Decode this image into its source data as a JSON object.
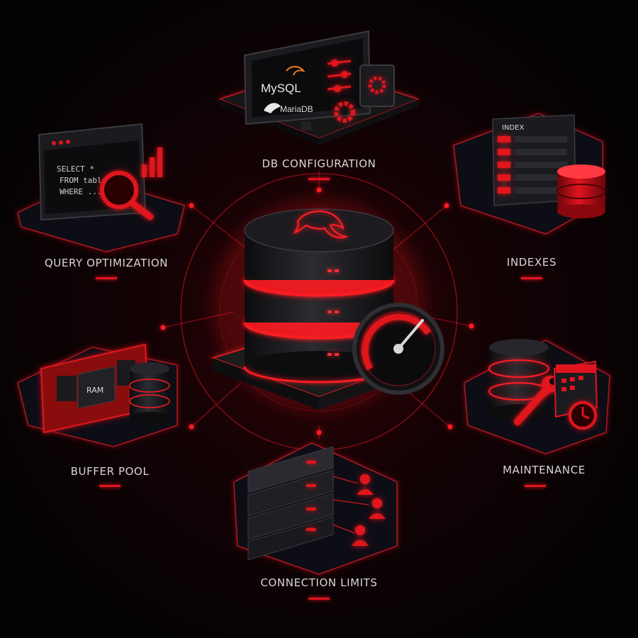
{
  "colors": {
    "background": "#050203",
    "accent": "#e0141f",
    "glow": "#ff1a24",
    "panel": "#17171a",
    "label": "#d9d6d6"
  },
  "hub": {
    "icon": "mysql-dolphin-icon",
    "gauge": "speedometer-icon"
  },
  "nodes": {
    "db_config": {
      "label": "DB CONFIGURATION",
      "brand_mysql": "MySQL",
      "brand_mariadb": "MariaDB",
      "icons": [
        "monitor-icon",
        "gear-icon",
        "sliders-icon"
      ]
    },
    "indexes": {
      "label": "INDEXES",
      "panel_text": "INDEX",
      "icons": [
        "index-table-icon",
        "database-stack-icon"
      ]
    },
    "query_opt": {
      "label": "QUERY OPTIMIZATION",
      "code_lines": [
        "SELECT *",
        "FROM table",
        "WHERE ..."
      ],
      "icons": [
        "terminal-icon",
        "magnifier-icon",
        "bar-chart-icon"
      ]
    },
    "buffer_pool": {
      "label": "BUFFER POOL",
      "chip_text": "RAM",
      "icons": [
        "ram-module-icon",
        "database-stack-icon"
      ]
    },
    "maintenance": {
      "label": "MAINTENANCE",
      "icons": [
        "database-stack-icon",
        "wrench-icon",
        "calendar-clock-icon"
      ]
    },
    "connections": {
      "label": "CONNECTION LIMITS",
      "icons": [
        "server-rack-icon",
        "user-icon"
      ]
    }
  }
}
